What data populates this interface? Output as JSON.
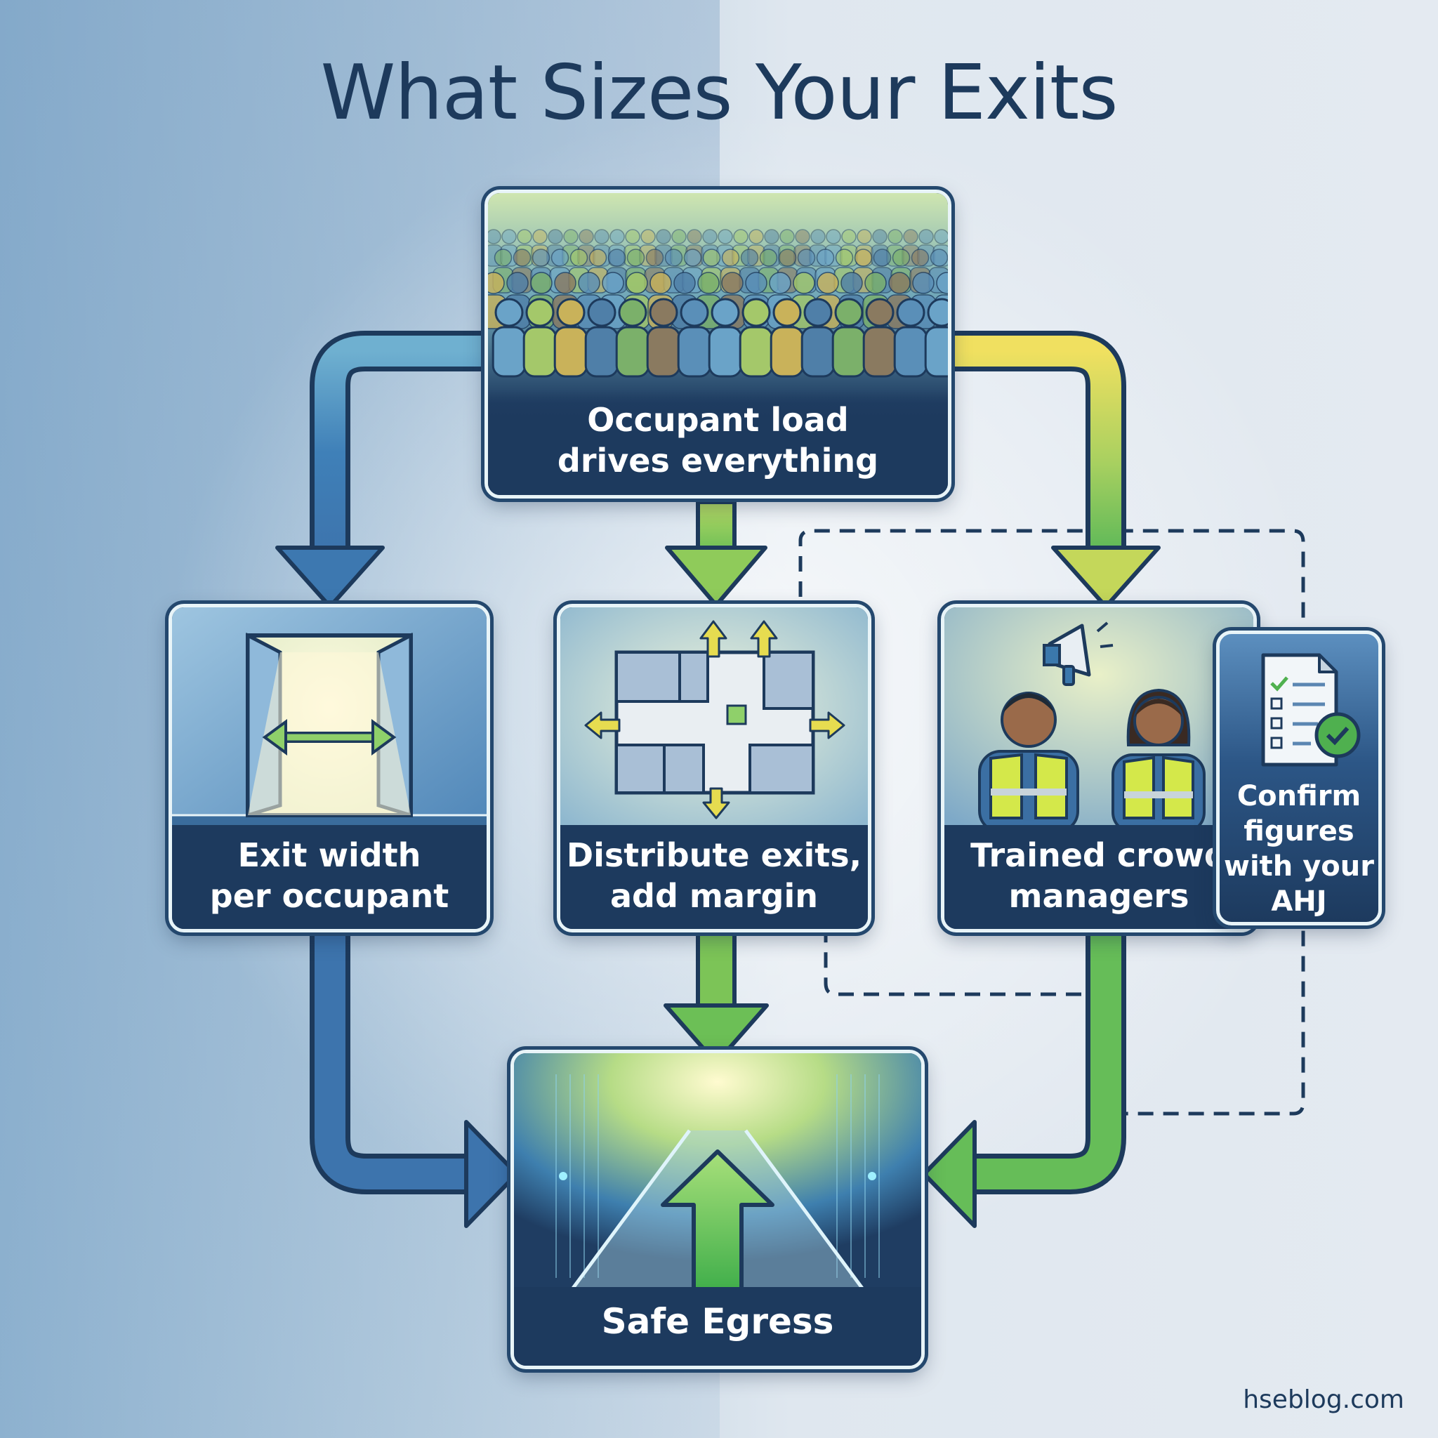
{
  "title": "What Sizes Your Exits",
  "nodes": {
    "occupant_load": {
      "line1": "Occupant load",
      "line2": "drives everything",
      "icon": "crowd-icon"
    },
    "exit_width": {
      "line1": "Exit width",
      "line2": "per occupant",
      "icon": "door-icon"
    },
    "distribute": {
      "line1": "Distribute exits,",
      "line2": "add margin",
      "icon": "floor-plan-icon"
    },
    "crowd_managers": {
      "line1": "Trained crowd",
      "line2": "managers",
      "icon": "crowd-managers-icon"
    },
    "confirm": {
      "line1": "Confirm",
      "line2": "figures",
      "line3": "with your",
      "line4": "AHJ",
      "icon": "checklist-icon"
    },
    "safe_egress": {
      "label": "Safe Egress",
      "icon": "exit-path-icon"
    }
  },
  "colors": {
    "title": "#1d3a5c",
    "card_label_bg": "#1d3a5e",
    "arrow_blue": "#3d78b0",
    "arrow_green": "#7fc45a",
    "arrow_yellow": "#dcd55a",
    "dashed": "#1d3a5c"
  },
  "watermark": "hseblog.com"
}
